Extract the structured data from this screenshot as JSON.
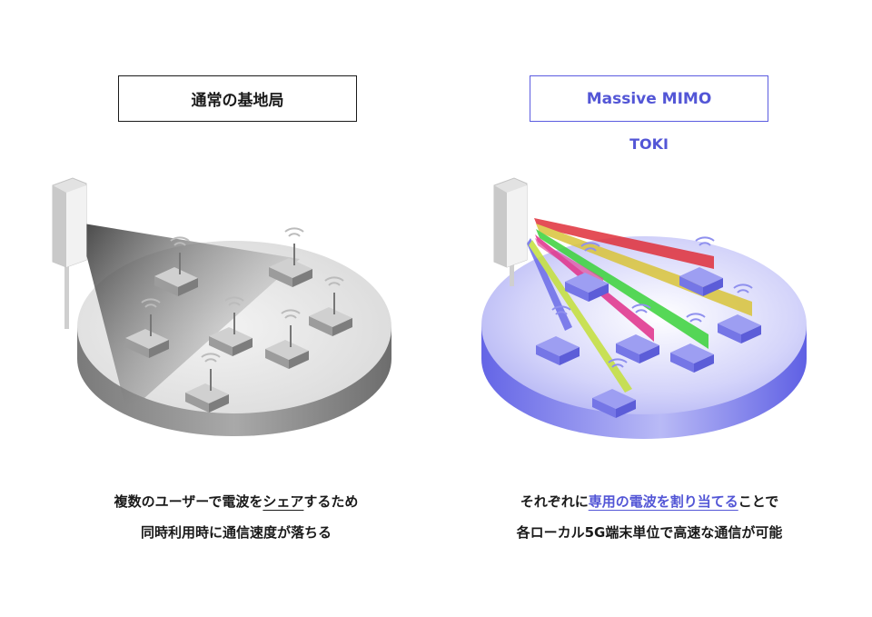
{
  "left_panel": {
    "title": "通常の基地局",
    "caption": {
      "line1_pre": "複数のユーザーで電波を",
      "line1_underlined": "シェア",
      "line1_post": "するため",
      "line2": "同時利用時に通信速度が落ちる"
    }
  },
  "right_panel": {
    "title": "Massive MIMO",
    "subtitle": "TOKI",
    "caption": {
      "line1_pre": "それぞれに",
      "line1_highlight": "専用の電波を割り当てる",
      "line1_post": "ことで",
      "line2": "各ローカル5G端末単位で高速な通信が可能"
    }
  },
  "colors": {
    "accent": "#5356d6",
    "text": "#1a1a1a",
    "left_disc_top": "#e6e6e6",
    "left_disc_side": "#8a8a8a",
    "right_disc_top": "#c9c9f7",
    "right_disc_side": "#6f70ea",
    "beam_red": "#e0303a",
    "beam_yellow": "#d9c43a",
    "beam_green": "#3ad23a",
    "beam_magenta": "#e0308a"
  },
  "icons": [
    "antenna-tower-icon",
    "router-icon",
    "wifi-signal-icon",
    "radio-beam"
  ]
}
